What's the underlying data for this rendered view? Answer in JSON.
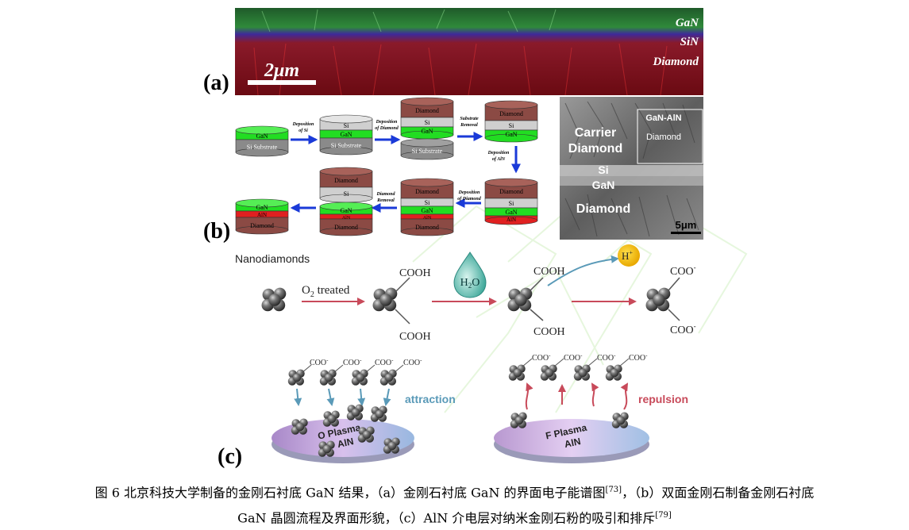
{
  "panel_a": {
    "label": "(a)",
    "layers": [
      "GaN",
      "SiN",
      "Diamond"
    ],
    "scale_bar": "2μm"
  },
  "panel_b": {
    "label": "(b)",
    "step1_disc": [
      "GaN",
      "Si Substrate"
    ],
    "step1_arrow": [
      "Deposition",
      "of Si"
    ],
    "step2_disc": [
      "Si",
      "GaN",
      "Si Substrate"
    ],
    "step2_arrow": [
      "Deposition",
      "of Diamond"
    ],
    "step3_disc": [
      "Diamond",
      "Si",
      "GaN"
    ],
    "step3_sub": "Si Substrate",
    "step3_arrow": [
      "Substrate",
      "Removal"
    ],
    "step4_disc": [
      "Diamond",
      "Si",
      "GaN"
    ],
    "step4_arrow": [
      "Deposition",
      "of AlN"
    ],
    "step5_disc": [
      "Diamond",
      "Si",
      "GaN",
      "AlN"
    ],
    "step5_arrow": [
      "Deposition",
      "of Diamond"
    ],
    "step6_disc": [
      "Diamond",
      "Si",
      "GaN",
      "AlN",
      "Diamond"
    ],
    "step6_arrow": [
      "Diamond",
      "Removal"
    ],
    "step7_top": [
      "Diamond",
      "Si"
    ],
    "step7_disc": [
      "GaN",
      "AlN",
      "Diamond"
    ],
    "step8_disc": [
      "GaN",
      "AlN",
      "Diamond"
    ],
    "sem_labels": [
      "Carrier",
      "Diamond",
      "GaN-AlN",
      "Diamond",
      "Si",
      "GaN",
      "Diamond"
    ],
    "sem_scale": "5μm"
  },
  "panel_c": {
    "label": "(c)",
    "title": "Nanodiamonds",
    "o2": "O",
    "o2_sub": "2",
    "o2_rest": " treated",
    "cooh": "COOH",
    "water": "H",
    "water_sub": "2",
    "water_rest": "O",
    "proton": "H",
    "proton_sup": "+",
    "coo": "COO",
    "coo_sup": "-",
    "attraction": "attraction",
    "repulsion": "repulsion",
    "o_plasma": [
      "O Plasma",
      "AlN"
    ],
    "f_plasma": [
      "F Plasma",
      "AlN"
    ]
  },
  "caption": {
    "line1": "图 6  北京科技大学制备的金刚石衬底 GaN 结果，（a）金刚石衬底 GaN 的界面电子能谱图",
    "ref1": "[73]",
    "line1b": "，（b）双面金刚石制备金刚石衬底",
    "line2": "GaN 晶圆流程及界面形貌，（c）AlN 介电层对纳米金刚石粉的吸引和排斥",
    "ref2": "[79]"
  },
  "colors": {
    "gan": "#22dd22",
    "si": "#cfcfcf",
    "diamond": "#8b4a44",
    "aln": "#e02020",
    "arrow": "#1a3ad8",
    "red_arrow": "#c84a5a",
    "blue_arrow": "#5a9ab8"
  }
}
